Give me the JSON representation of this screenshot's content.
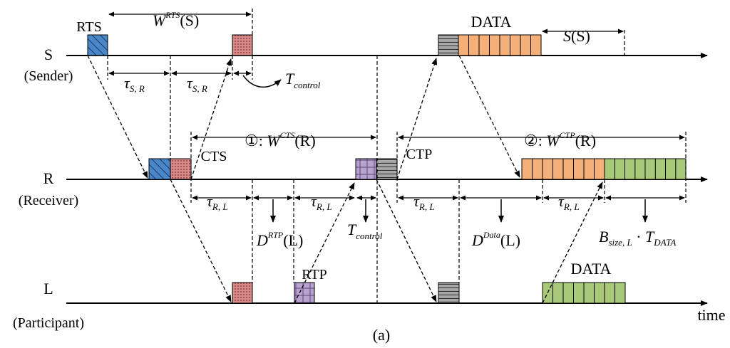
{
  "nodes": {
    "S": {
      "name": "S",
      "role": "(Sender)"
    },
    "R": {
      "name": "R",
      "role": "(Receiver)"
    },
    "L": {
      "name": "L",
      "role": "(Participant)"
    }
  },
  "time_label": "time",
  "caption": "(a)",
  "frames": {
    "rts": "RTS",
    "cts": "CTS",
    "ctp": "CTP",
    "rtp": "RTP",
    "data_s": "DATA",
    "data_l": "DATA"
  },
  "intervals": {
    "w_rts": {
      "main": "W",
      "sup": "RTS",
      "arg": "(S)"
    },
    "s_s": {
      "main": "S",
      "arg": "(S)"
    },
    "tau_sr_1": {
      "main": "τ",
      "sub": "S, R"
    },
    "tau_sr_2": {
      "main": "τ",
      "sub": "S, R"
    },
    "t_control_s": {
      "main": "T",
      "sub": "control"
    },
    "w_cts": {
      "prefix": "①: ",
      "main": "W",
      "sup": "CTS",
      "arg": "(R)"
    },
    "w_ctp": {
      "prefix": "②: ",
      "main": "W",
      "sup": "CTP",
      "arg": "(R)"
    },
    "tau_rl_1": {
      "main": "τ",
      "sub": "R, L"
    },
    "tau_rl_2": {
      "main": "τ",
      "sub": "R, L"
    },
    "tau_rl_3": {
      "main": "τ",
      "sub": "R, L"
    },
    "tau_rl_4": {
      "main": "τ",
      "sub": "R, L"
    },
    "d_rtp": {
      "main": "D",
      "sup": "RTP",
      "arg": "(L)"
    },
    "t_control_r": {
      "main": "T",
      "sub": "control"
    },
    "d_data": {
      "main": "D",
      "sup": "Data",
      "arg": "(L)"
    },
    "bsize": {
      "main": "B",
      "sub": "size, L",
      "mid": " · ",
      "main2": "T",
      "sub2": "DATA"
    }
  },
  "colors": {
    "rts": "#4a86c8",
    "cts": "#d88a8a",
    "ctp": "#a0a0a0",
    "rtp": "#b09ac8",
    "data": "#f5b07a",
    "data_green": "#a8c87a"
  }
}
